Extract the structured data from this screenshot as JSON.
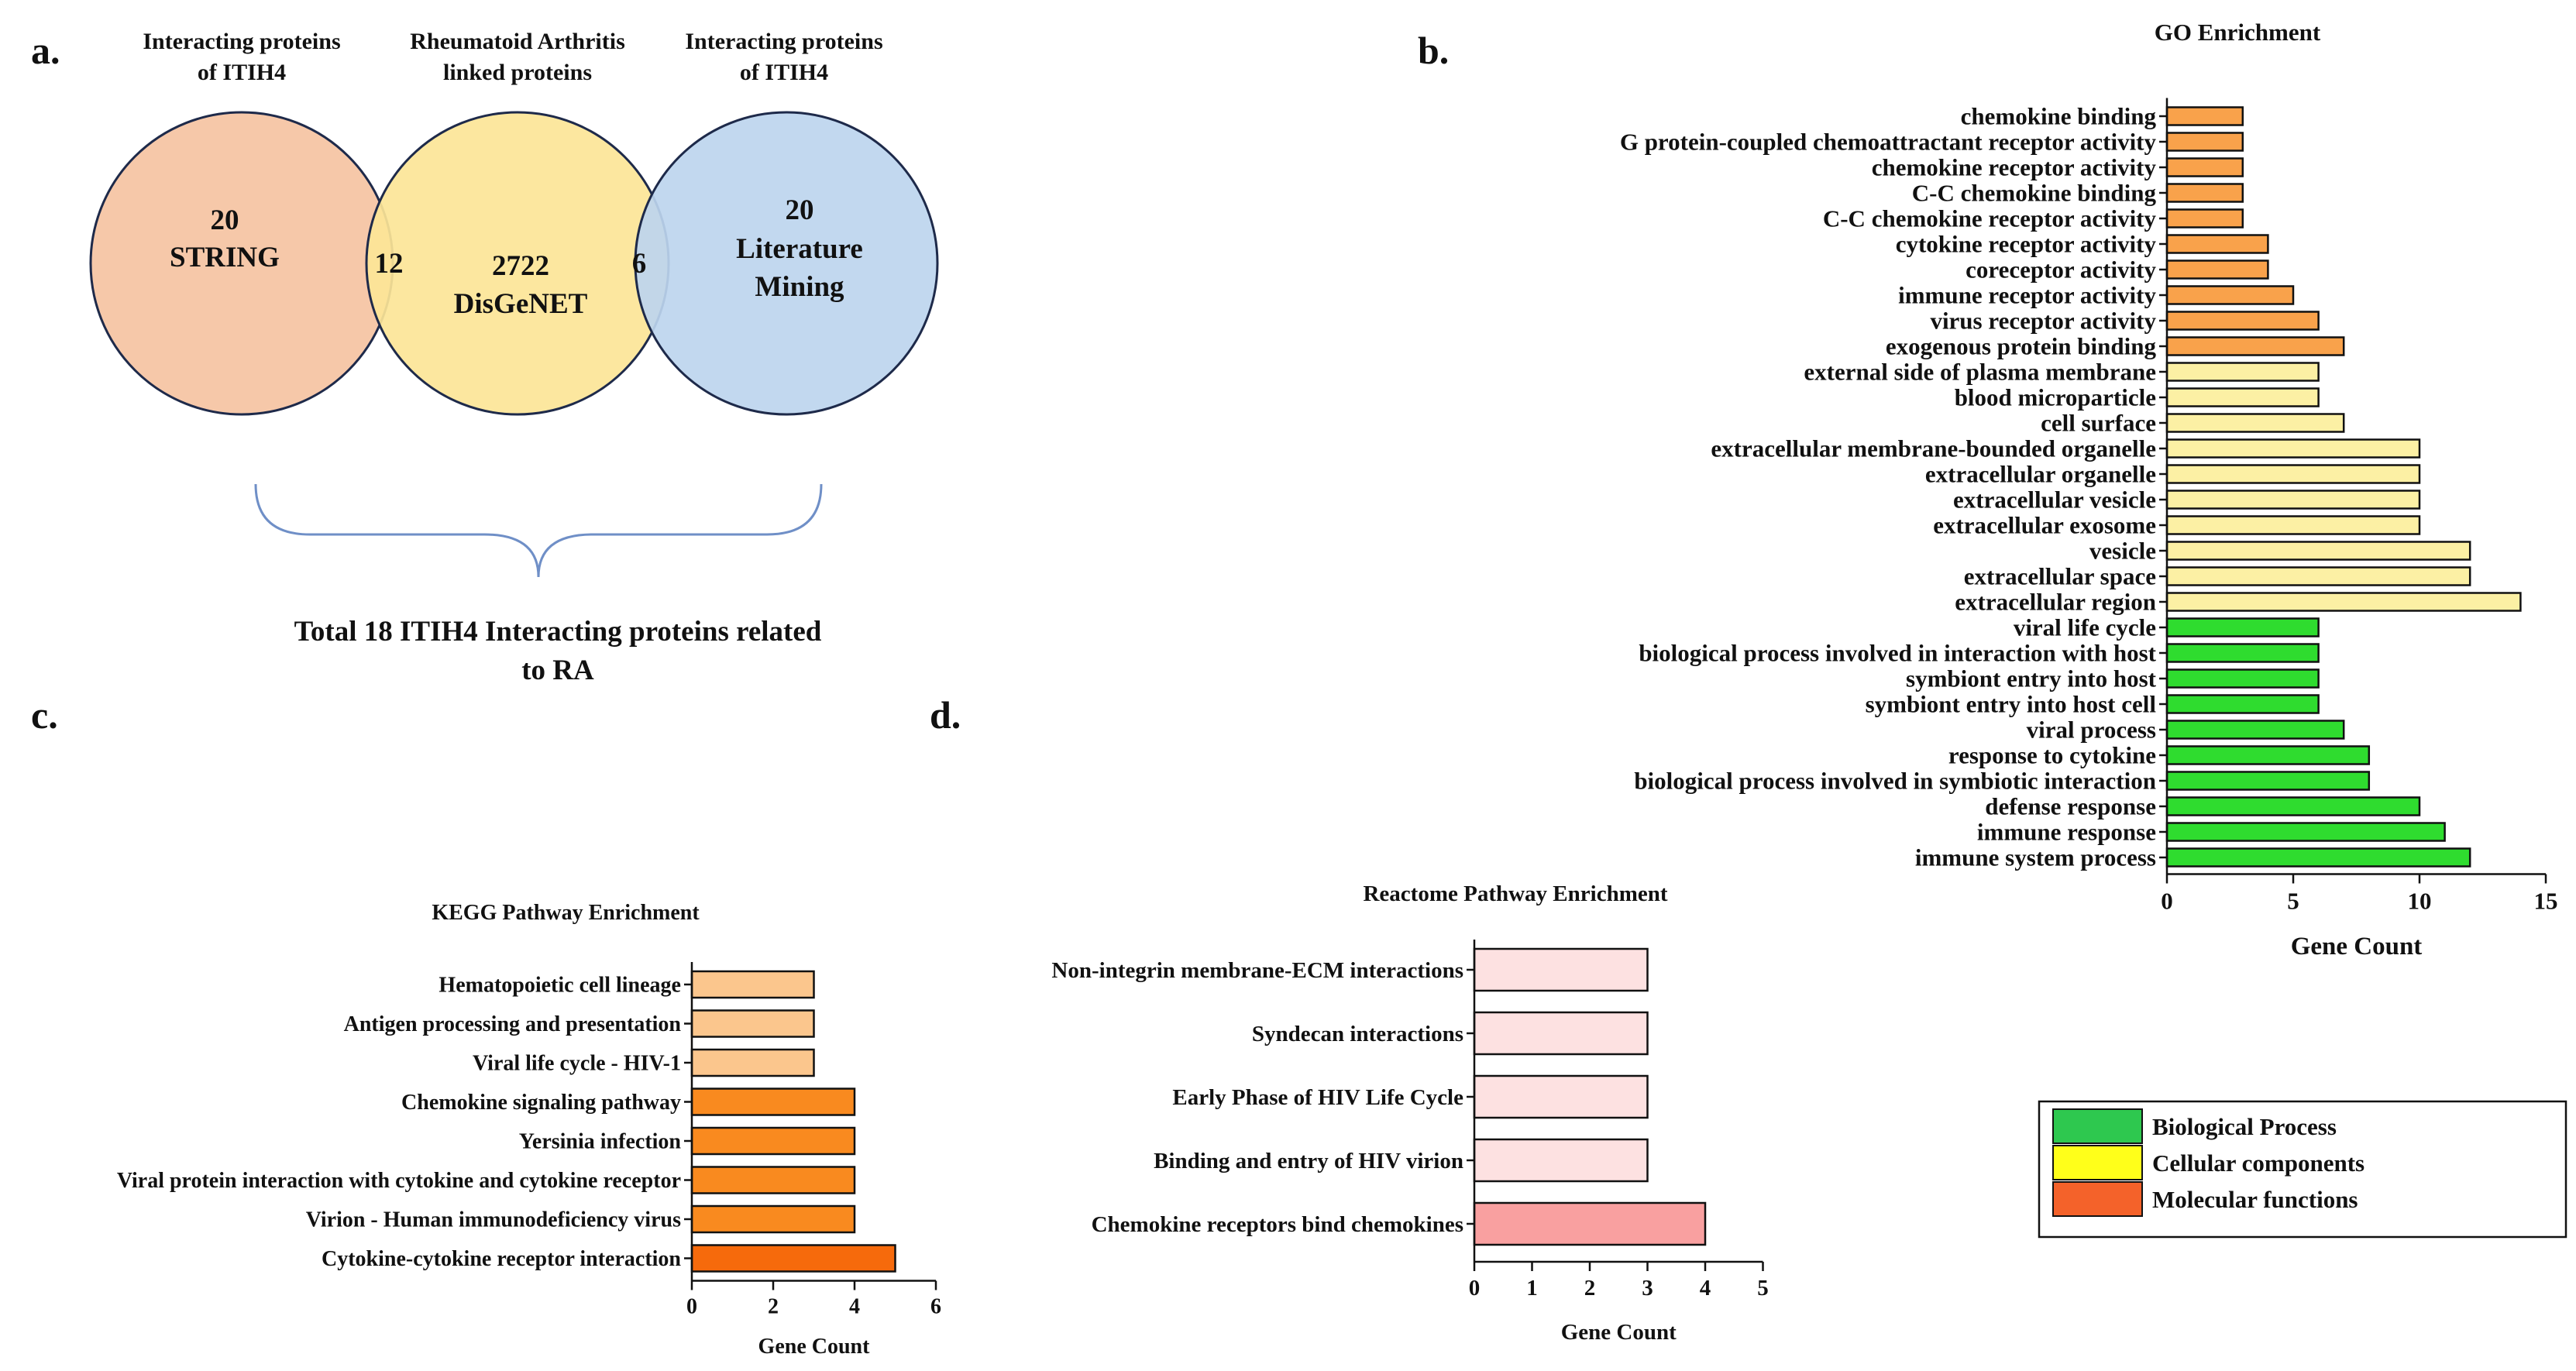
{
  "panels": {
    "a": {
      "letter": "a."
    },
    "b": {
      "letter": "b."
    },
    "c": {
      "letter": "c."
    },
    "d": {
      "letter": "d."
    }
  },
  "venn": {
    "left_header": [
      "Interacting proteins",
      "of ITIH4"
    ],
    "middle_header": [
      "Rheumatoid Arthritis",
      "linked proteins"
    ],
    "right_header": [
      "Interacting proteins",
      "of ITIH4"
    ],
    "left": {
      "count": "20",
      "label": [
        "STRING"
      ],
      "color": "#f6c8a9"
    },
    "middle": {
      "count": "2722",
      "label": [
        "DisGeNET"
      ],
      "color": "#fce597"
    },
    "right": {
      "count": "20",
      "label": [
        "Literature",
        "Mining"
      ],
      "color": "#bdd5ee"
    },
    "left_overlap": "12",
    "right_overlap": "6",
    "summary": [
      "Total 18 ITIH4 Interacting proteins related",
      "to RA"
    ]
  },
  "legend": {
    "items": [
      {
        "label": "Biological Process",
        "color": "#2ec84f"
      },
      {
        "label": "Cellular components",
        "color": "#ffff1a"
      },
      {
        "label": "Molecular functions",
        "color": "#f4622a"
      }
    ]
  },
  "chart_data": [
    {
      "id": "go",
      "type": "bar",
      "orientation": "horizontal",
      "title": "GO Enrichment",
      "xlabel": "Gene Count",
      "ylabel": "",
      "xlim": [
        0,
        15
      ],
      "xticks": [
        0,
        5,
        10,
        15
      ],
      "categories": [
        "chemokine binding",
        "G protein-coupled chemoattractant receptor activity",
        "chemokine receptor activity",
        "C-C chemokine binding",
        "C-C chemokine receptor activity",
        "cytokine receptor activity",
        "coreceptor activity",
        "immune receptor activity",
        "virus receptor activity",
        "exogenous protein binding",
        "external side of plasma membrane",
        "blood microparticle",
        "cell surface",
        "extracellular membrane-bounded organelle",
        "extracellular organelle",
        "extracellular vesicle",
        "extracellular exosome",
        "vesicle",
        "extracellular space",
        "extracellular region",
        "viral life cycle",
        "biological process involved in interaction with host",
        "symbiont entry into host",
        "symbiont entry into host cell",
        "viral process",
        "response to cytokine",
        "biological process involved in symbiotic interaction",
        "defense response",
        "immune response",
        "immune system process"
      ],
      "values": [
        3,
        3,
        3,
        3,
        3,
        4,
        4,
        5,
        6,
        7,
        6,
        6,
        7,
        10,
        10,
        10,
        10,
        12,
        12,
        14,
        6,
        6,
        6,
        6,
        7,
        8,
        8,
        10,
        11,
        12
      ],
      "colors": [
        "#f9a24b",
        "#f9a24b",
        "#f9a24b",
        "#f9a24b",
        "#f9a24b",
        "#f9a24b",
        "#f9a24b",
        "#f9a24b",
        "#f9a24b",
        "#f9a24b",
        "#fcf0a4",
        "#fcf0a4",
        "#fcf0a4",
        "#fcf0a4",
        "#fcf0a4",
        "#fcf0a4",
        "#fcf0a4",
        "#fcf0a4",
        "#fcf0a4",
        "#fcf0a4",
        "#2fdc2f",
        "#2fdc2f",
        "#2fdc2f",
        "#2fdc2f",
        "#2fdc2f",
        "#2fdc2f",
        "#2fdc2f",
        "#2fdc2f",
        "#2fdc2f",
        "#2fdc2f"
      ]
    },
    {
      "id": "kegg",
      "type": "bar",
      "orientation": "horizontal",
      "title": "KEGG Pathway Enrichment",
      "xlabel": "Gene Count",
      "ylabel": "",
      "xlim": [
        0,
        6
      ],
      "xticks": [
        0,
        2,
        4,
        6
      ],
      "categories": [
        "Hematopoietic cell lineage",
        "Antigen processing and presentation",
        "Viral life cycle - HIV-1",
        "Chemokine signaling pathway",
        "Yersinia infection",
        "Viral protein interaction with cytokine and cytokine receptor",
        "Virion - Human immunodeficiency virus",
        "Cytokine-cytokine receptor interaction"
      ],
      "values": [
        3,
        3,
        3,
        4,
        4,
        4,
        4,
        5
      ],
      "colors": [
        "#fbc68d",
        "#fbc68d",
        "#fbc68d",
        "#f98a1f",
        "#f98a1f",
        "#f98a1f",
        "#f98a1f",
        "#f66a0c"
      ]
    },
    {
      "id": "reactome",
      "type": "bar",
      "orientation": "horizontal",
      "title": "Reactome Pathway Enrichment",
      "xlabel": "Gene Count",
      "ylabel": "",
      "xlim": [
        0,
        5
      ],
      "xticks": [
        0,
        1,
        2,
        3,
        4,
        5
      ],
      "categories": [
        "Non-integrin membrane-ECM interactions",
        "Syndecan interactions",
        "Early Phase of HIV Life Cycle",
        "Binding and entry of HIV virion",
        "Chemokine receptors bind chemokines"
      ],
      "values": [
        3,
        3,
        3,
        3,
        4
      ],
      "colors": [
        "#fde1e1",
        "#fde1e1",
        "#fde1e1",
        "#fde1e1",
        "#f9a0a0"
      ]
    }
  ]
}
